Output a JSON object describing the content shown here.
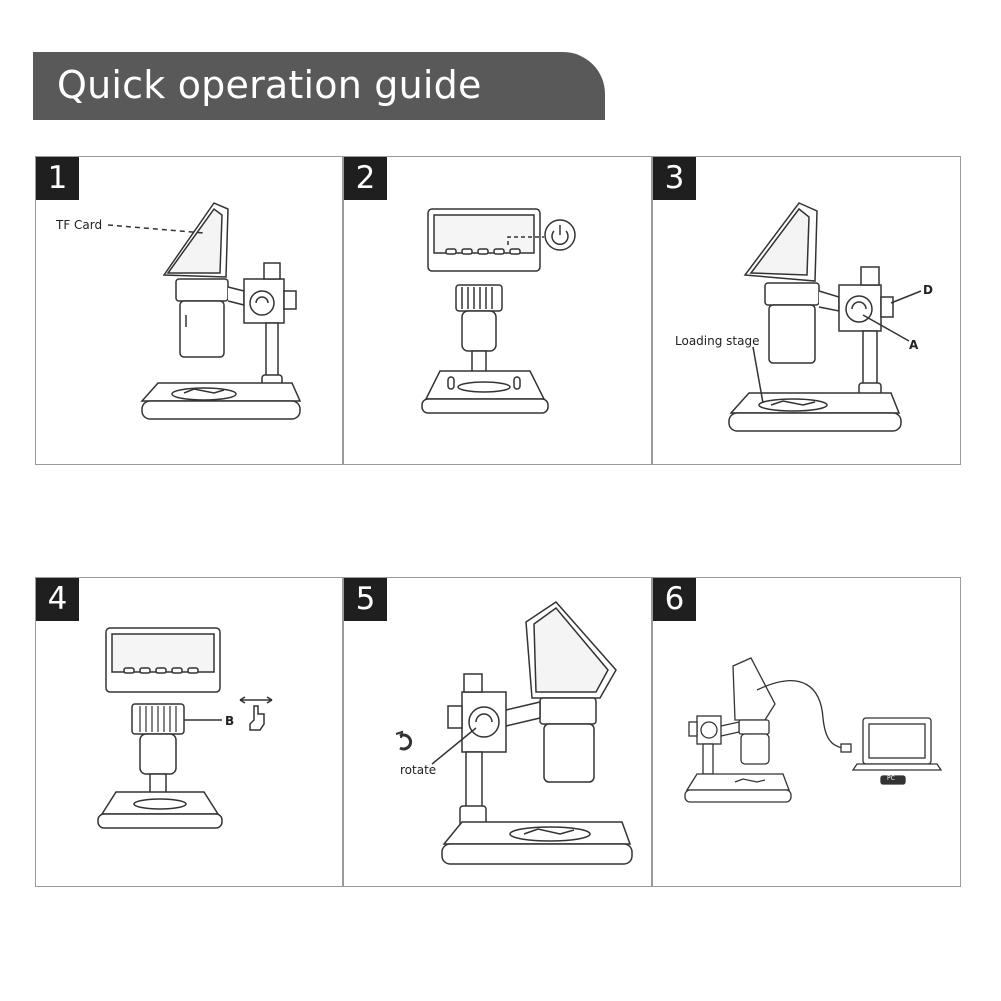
{
  "header": {
    "title": "Quick operation guide"
  },
  "steps": [
    {
      "number": "1",
      "labels": {
        "tf_card": "TF Card"
      }
    },
    {
      "number": "2",
      "labels": {}
    },
    {
      "number": "3",
      "labels": {
        "loading_stage": "Loading stage",
        "a": "A",
        "d": "D"
      }
    },
    {
      "number": "4",
      "labels": {
        "b": "B"
      }
    },
    {
      "number": "5",
      "labels": {
        "rotate": "rotate"
      }
    },
    {
      "number": "6",
      "labels": {
        "pc": "PC"
      }
    }
  ],
  "colors": {
    "banner": "#595959",
    "number_badge": "#1f1f1f",
    "border": "#9a9a9a",
    "line_art": "#333333"
  },
  "icons": [
    "power-icon",
    "hand-swipe-icon",
    "rotate-arrow-icon",
    "laptop-icon",
    "usb-cable-icon"
  ]
}
